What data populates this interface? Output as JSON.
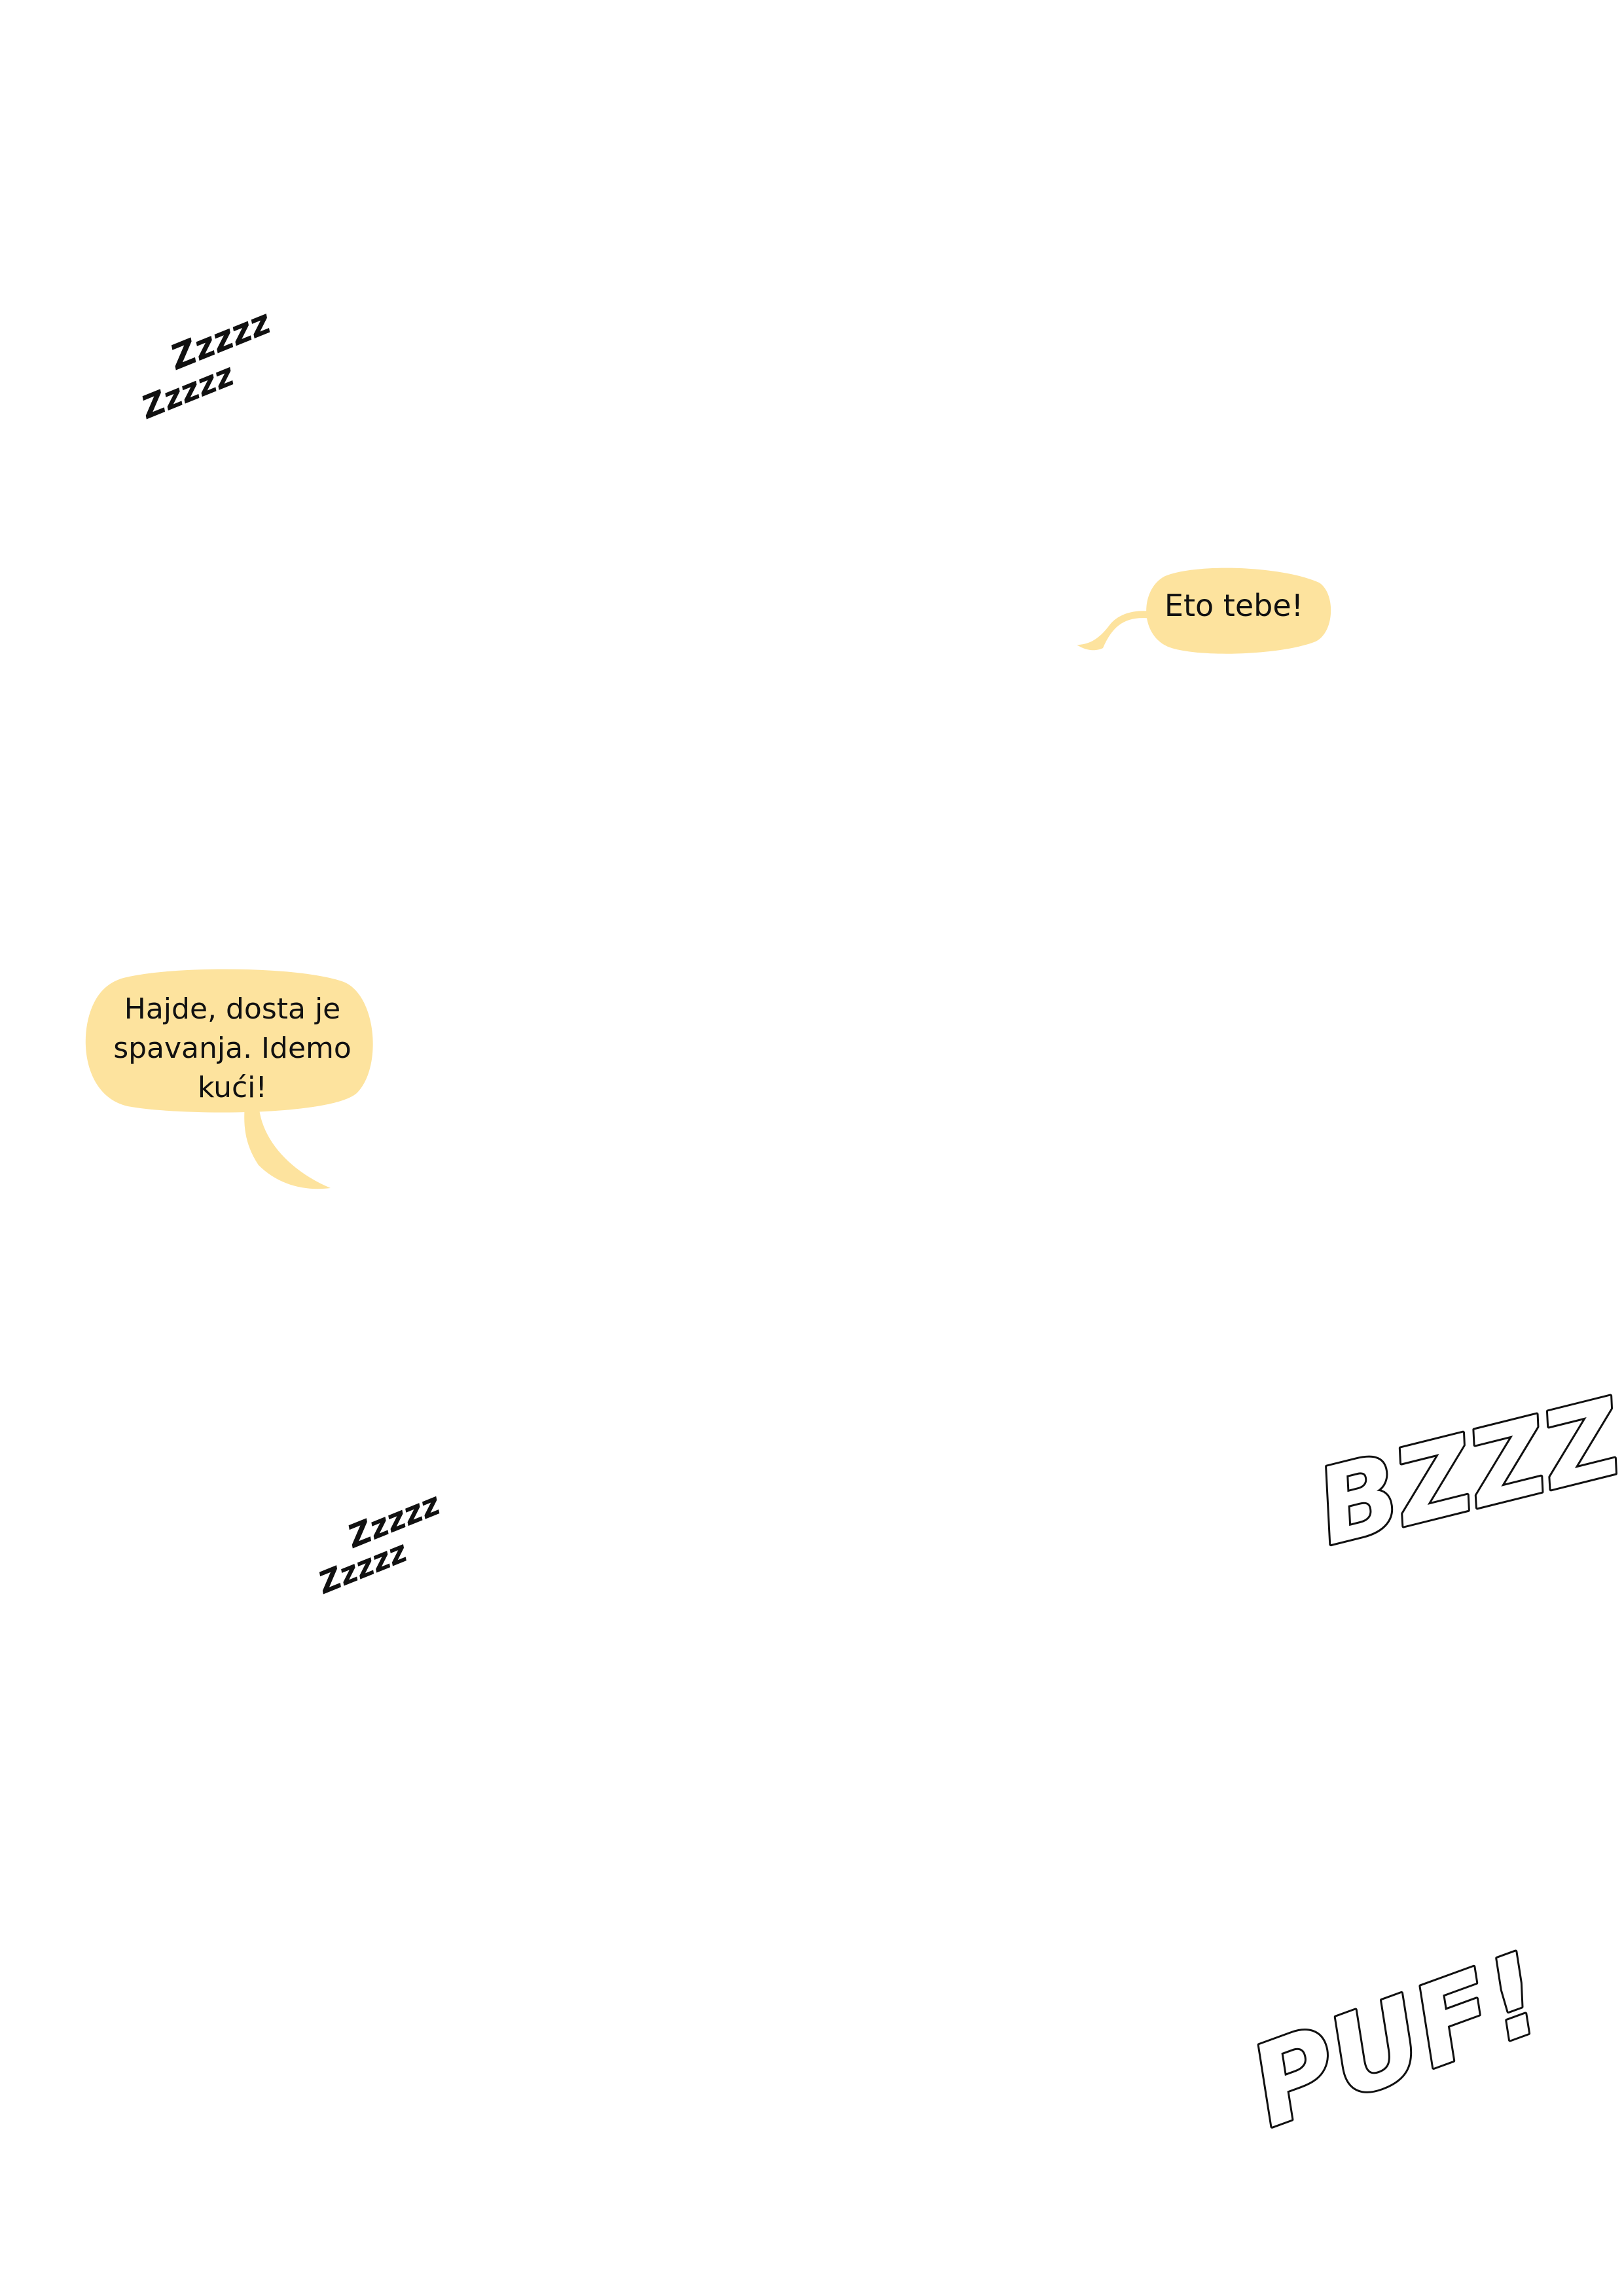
{
  "colors": {
    "bubble_fill": "#fde39e",
    "text": "#111111",
    "background": "#ffffff"
  },
  "bubbles": [
    {
      "text": "Eto tebe!"
    },
    {
      "text": "Hajde, dosta je\nspavanja. Idemo\nkući!"
    }
  ],
  "sound_effects": {
    "zzz_top_1": "Zzzzz",
    "zzz_top_2": "Zzzzz",
    "zzz_mid_1": "Zzzzz",
    "zzz_mid_2": "Zzzzz",
    "bzzz": "BZZZ",
    "puf": "PUF!"
  }
}
